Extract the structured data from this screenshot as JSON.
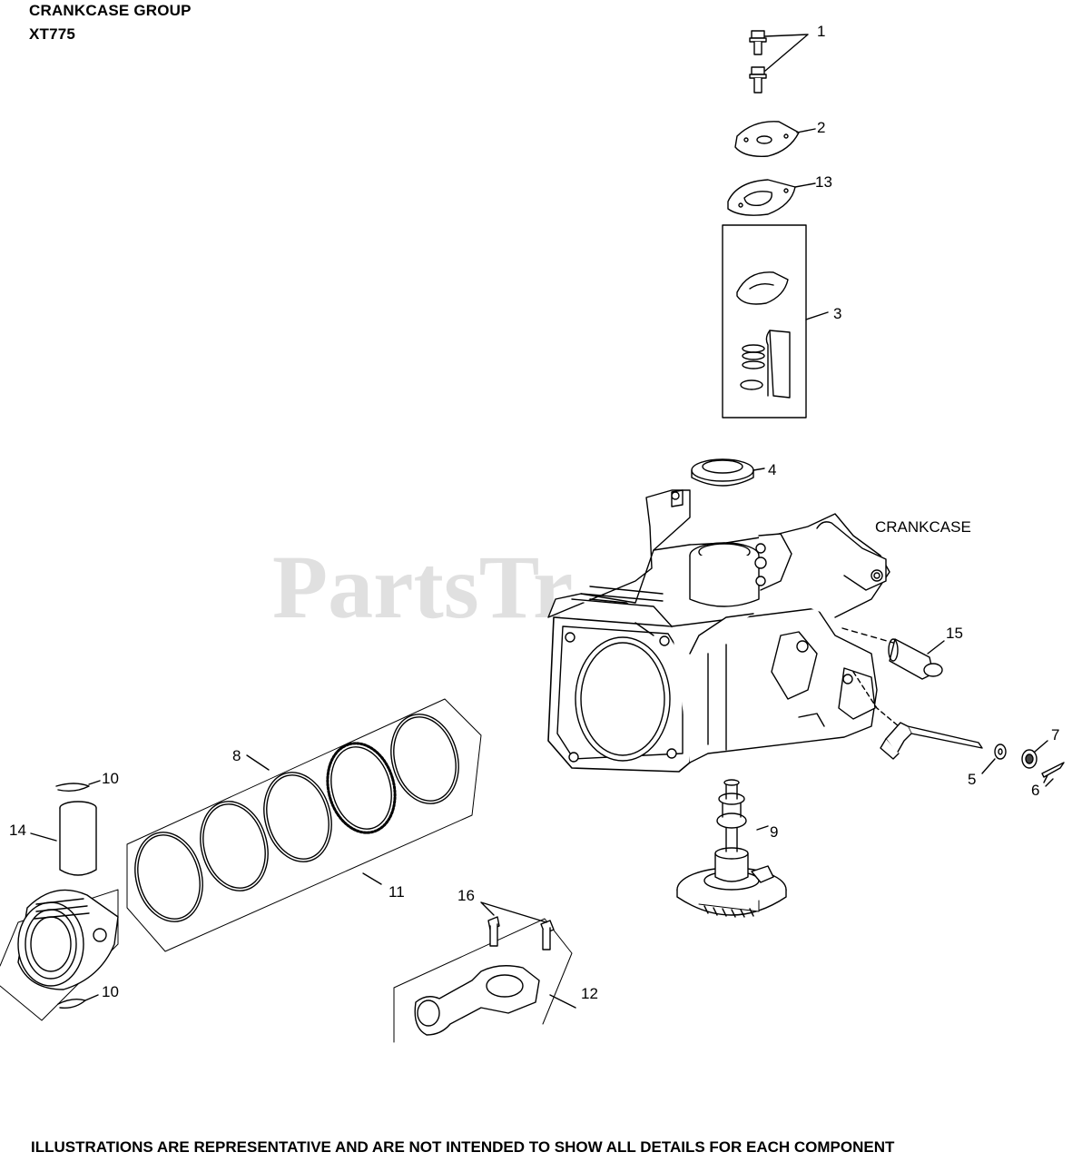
{
  "header": {
    "title": "CRANKCASE GROUP",
    "model": "XT775"
  },
  "watermark": "PartsTr",
  "callouts": {
    "c1": "1",
    "c2": "2",
    "c3": "3",
    "c4": "4",
    "c5": "5",
    "c6": "6",
    "c7": "7",
    "c8": "8",
    "c9": "9",
    "c10a": "10",
    "c10b": "10",
    "c11": "11",
    "c12": "12",
    "c13": "13",
    "c14": "14",
    "c15": "15",
    "c16": "16"
  },
  "crankcase_label": "CRANKCASE",
  "footer": {
    "disclaimer": "ILLUSTRATIONS ARE REPRESENTATIVE AND ARE NOT INTENDED TO SHOW ALL DETAILS FOR EACH COMPONENT"
  }
}
